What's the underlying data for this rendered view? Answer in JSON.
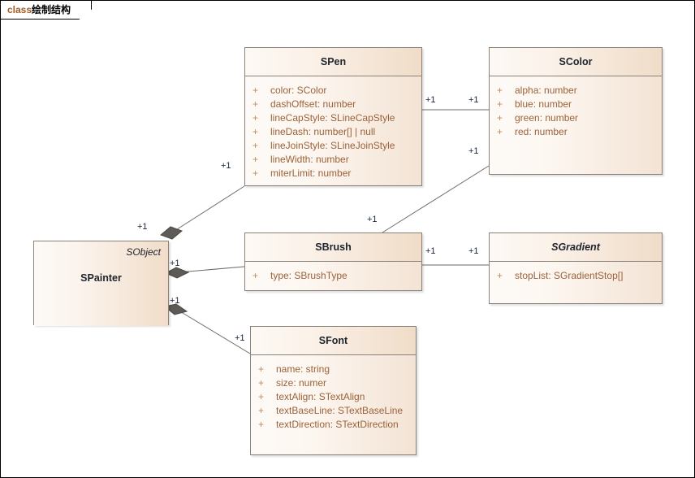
{
  "frame": {
    "keyword": "class",
    "name": "绘制结构"
  },
  "classes": {
    "spainter": {
      "name": "SPainter",
      "stereotype": "SObject",
      "abstract": false,
      "attributes": []
    },
    "spen": {
      "name": "SPen",
      "abstract": false,
      "attributes": [
        {
          "visibility": "+",
          "text": "color: SColor"
        },
        {
          "visibility": "+",
          "text": "dashOffset: number"
        },
        {
          "visibility": "+",
          "text": "lineCapStyle: SLineCapStyle"
        },
        {
          "visibility": "+",
          "text": "lineDash: number[] | null"
        },
        {
          "visibility": "+",
          "text": "lineJoinStyle: SLineJoinStyle"
        },
        {
          "visibility": "+",
          "text": "lineWidth: number"
        },
        {
          "visibility": "+",
          "text": "miterLimit: number"
        }
      ]
    },
    "scolor": {
      "name": "SColor",
      "abstract": false,
      "attributes": [
        {
          "visibility": "+",
          "text": "alpha: number"
        },
        {
          "visibility": "+",
          "text": "blue: number"
        },
        {
          "visibility": "+",
          "text": "green: number"
        },
        {
          "visibility": "+",
          "text": "red: number"
        }
      ]
    },
    "sbrush": {
      "name": "SBrush",
      "abstract": false,
      "attributes": [
        {
          "visibility": "+",
          "text": "type: SBrushType"
        }
      ]
    },
    "sgradient": {
      "name": "SGradient",
      "abstract": true,
      "attributes": [
        {
          "visibility": "+",
          "text": "stopList: SGradientStop[]"
        }
      ]
    },
    "sfont": {
      "name": "SFont",
      "abstract": false,
      "attributes": [
        {
          "visibility": "+",
          "text": "name: string"
        },
        {
          "visibility": "+",
          "text": "size: numer"
        },
        {
          "visibility": "+",
          "text": "textAlign: STextAlign"
        },
        {
          "visibility": "+",
          "text": "textBaseLine: STextBaseLine"
        },
        {
          "visibility": "+",
          "text": "textDirection: STextDirection"
        }
      ]
    }
  },
  "multiplicities": {
    "spainter_spen_source": "+1",
    "spainter_spen_target": "+1",
    "spainter_sbrush_source": "+1",
    "spainter_sbrush_target": "+1",
    "spainter_sfont_source": "+1",
    "spainter_sfont_target": "+1",
    "spen_scolor_source": "+1",
    "spen_scolor_target": "+1",
    "sbrush_scolor_source": "+1",
    "sbrush_scolor_target": "+1",
    "sbrush_sgradient_source": "+1",
    "sbrush_sgradient_target": "+1"
  },
  "colors": {
    "line": "#6e6a66",
    "diamond": "#5e5a56",
    "class_border": "#8a8178",
    "header_tint": "#f0dcc8",
    "attribute_text": "#9c6239",
    "visibility_text": "#c0895f",
    "title_text": "#20252e",
    "multiplicity_text": "#16243c",
    "frame_keyword": "#a35d28"
  }
}
